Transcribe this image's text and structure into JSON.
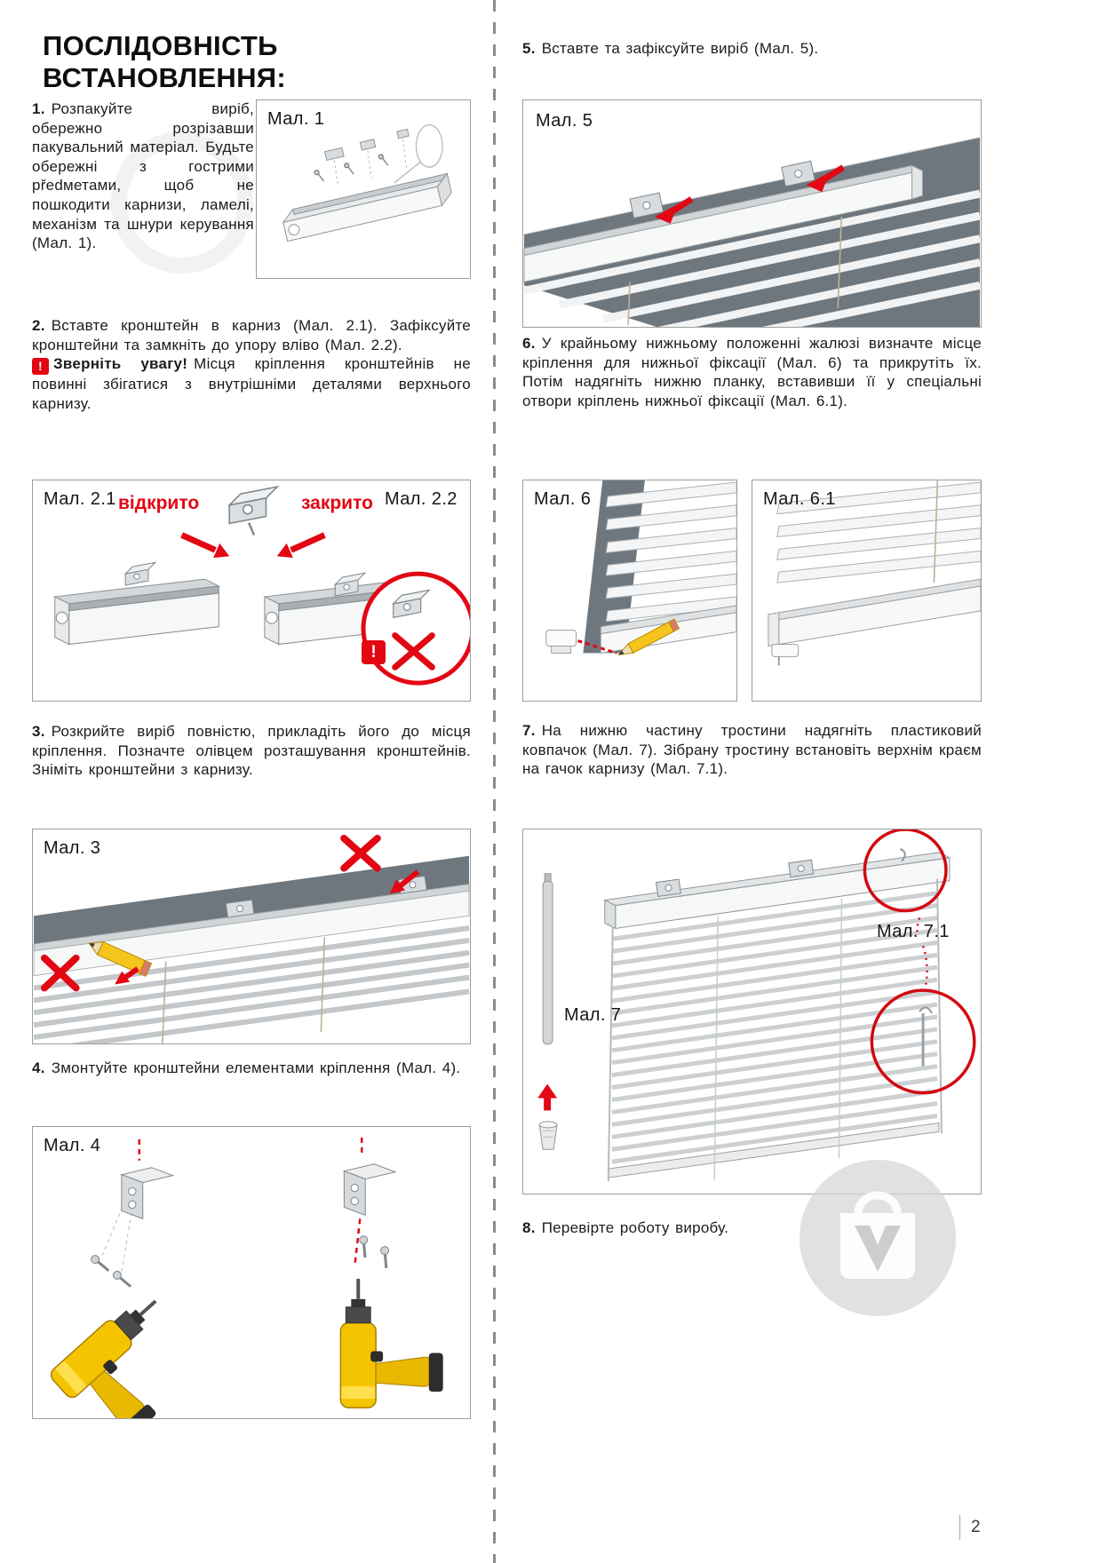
{
  "page": {
    "title": "ПОСЛІДОВНІСТЬ ВСТАНОВЛЕННЯ:",
    "page_number": "2"
  },
  "colors": {
    "accent_red": "#e30613",
    "drill_yellow": "#f5c400"
  },
  "steps": {
    "s1": {
      "num": "1.",
      "text": "Розпакуйте виріб, обережно розрізавши пакувальний матеріал. Будьте обережні з гострими předметами, щоб не пошкодити карнизи, ламелі, механізм та шнури керування (Мал. 1)."
    },
    "s2": {
      "num": "2.",
      "text": "Вставте кронштейн в карниз (Мал. 2.1). Зафіксуйте кронштейни та замкніть до упору вліво (Мал. 2.2).",
      "warn_icon": "!",
      "warn_label": "Зверніть увагу!",
      "warn_text": "Місця кріплення кронштейнів не повинні збігатися з внутрішніми деталями верхнього карнизу."
    },
    "s3": {
      "num": "3.",
      "text": "Розкрийте виріб повністю, прикладіть його до місця кріплення. Позначте олівцем розташування кронштейнів. Зніміть кронштейни з карнизу."
    },
    "s4": {
      "num": "4.",
      "text": "Змонтуйте кронштейни елементами кріплення (Мал. 4)."
    },
    "s5": {
      "num": "5.",
      "text": "Вставте та зафіксуйте виріб (Мал. 5)."
    },
    "s6": {
      "num": "6.",
      "text": "У крайньому нижньому положенні жалюзі визначте місце кріплення для нижньої фіксації (Мал. 6) та прикрутіть їх. Потім надягніть нижню планку, вставивши її у спеціальні отвори кріплень нижньої фіксації (Мал. 6.1)."
    },
    "s7": {
      "num": "7.",
      "text": "На нижню частину тростини надягніть пластиковий ковпачок (Мал. 7). Зібрану тростину встановіть верхнім краєм на гачок карнизу (Мал. 7.1)."
    },
    "s8": {
      "num": "8.",
      "text": "Перевірте роботу виробу."
    }
  },
  "figures": {
    "f1": {
      "label": "Мал. 1"
    },
    "f2": {
      "label_left": "Мал. 2.1",
      "open_label": "відкрито",
      "closed_label": "закрито",
      "label_right": "Мал. 2.2",
      "badge": "!"
    },
    "f3": {
      "label": "Мал. 3"
    },
    "f4": {
      "label": "Мал. 4"
    },
    "f5": {
      "label": "Мал. 5"
    },
    "f6": {
      "label": "Мал. 6"
    },
    "f6_1": {
      "label": "Мал. 6.1"
    },
    "f7": {
      "label": "Мал. 7"
    },
    "f7_1": {
      "label": "Мал. 7.1"
    }
  }
}
